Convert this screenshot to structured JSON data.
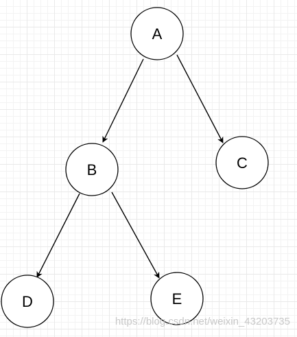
{
  "diagram": {
    "nodes": [
      {
        "id": "A",
        "label": "A"
      },
      {
        "id": "B",
        "label": "B"
      },
      {
        "id": "C",
        "label": "C"
      },
      {
        "id": "D",
        "label": "D"
      },
      {
        "id": "E",
        "label": "E"
      }
    ],
    "edges": [
      {
        "from": "A",
        "to": "B"
      },
      {
        "from": "A",
        "to": "C"
      },
      {
        "from": "B",
        "to": "D"
      },
      {
        "from": "B",
        "to": "E"
      }
    ]
  },
  "watermark": "https://blog.csdn.net/weixin_43203735"
}
